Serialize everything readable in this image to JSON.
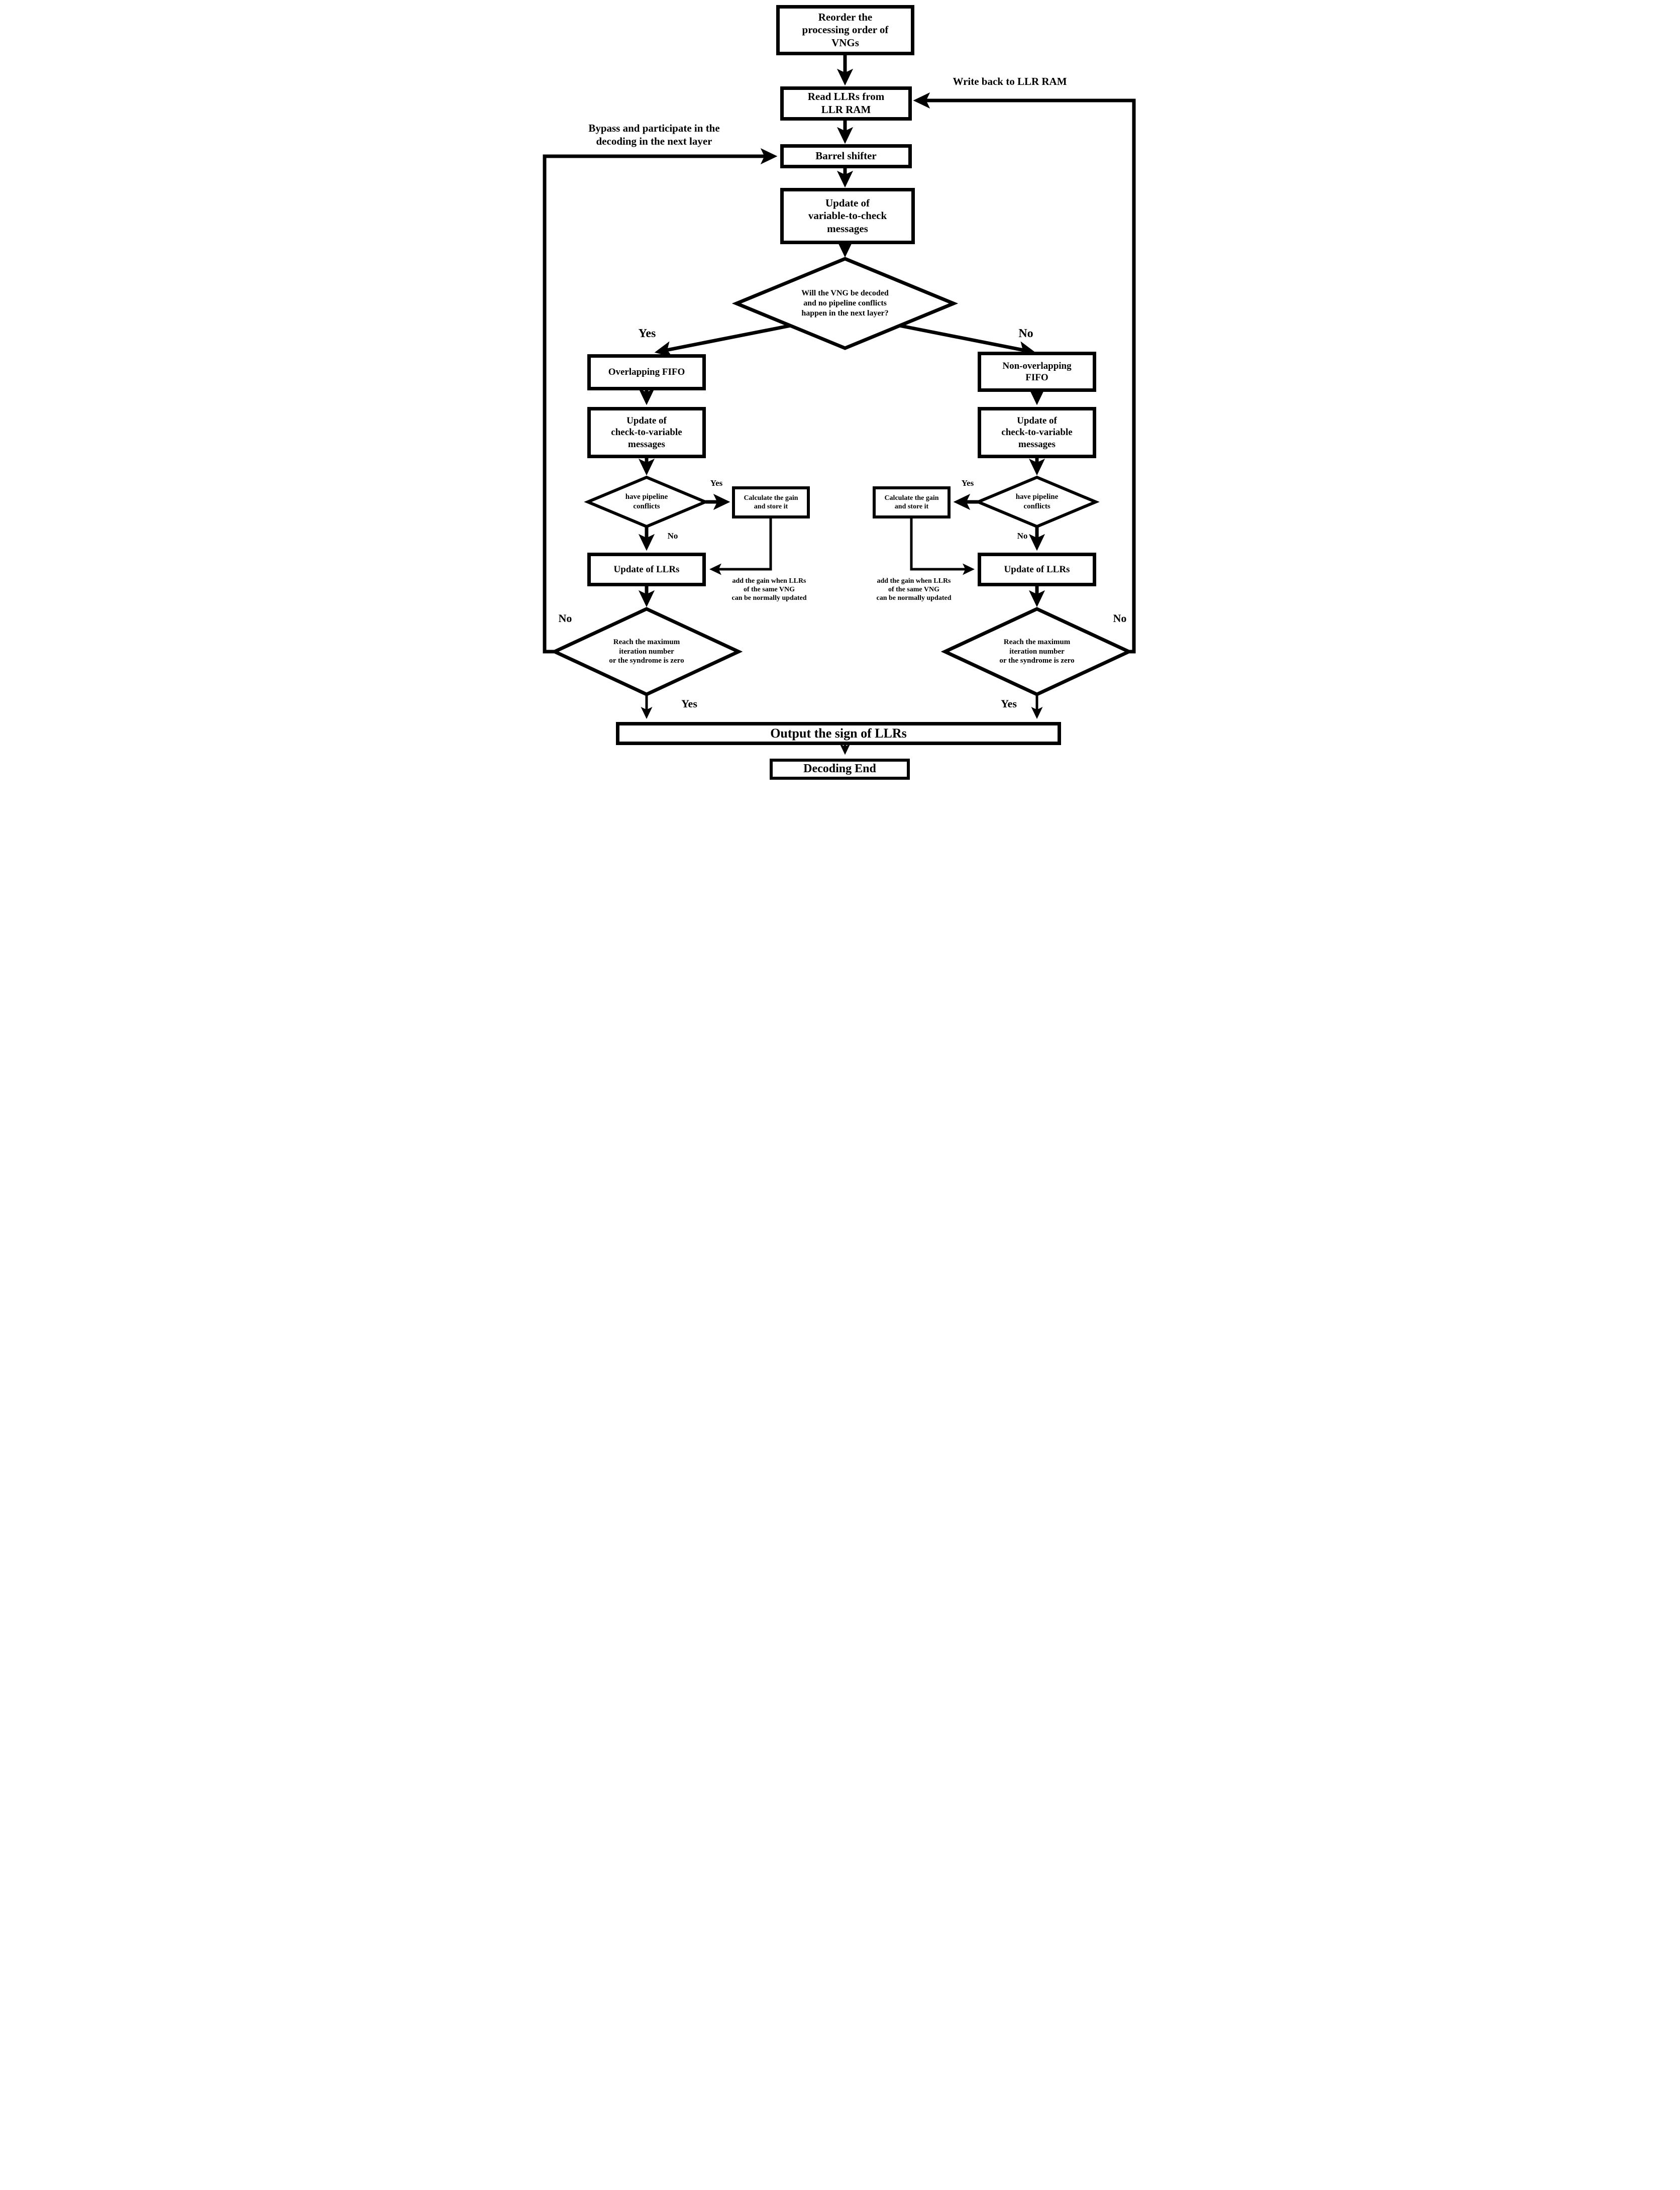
{
  "diagram": {
    "title_hint": "LDPC layered decoding flowchart",
    "colors": {
      "stroke": "#000000",
      "background": "#ffffff"
    },
    "nodes": {
      "reorder": "Reorder the\nprocessing order of\nVNGs",
      "read_llrs": "Read LLRs from\nLLR RAM",
      "barrel_shifter": "Barrel shifter",
      "update_v2c": "Update of\nvariable-to-check\nmessages",
      "main_decision": "Will the VNG be decoded\nand no pipeline conflicts\nhappen in the next layer?",
      "overlapping_fifo": "Overlapping FIFO",
      "non_overlapping_fifo": "Non-overlapping\nFIFO",
      "update_c2v": "Update of\ncheck-to-variable\nmessages",
      "pipeline_decision": "have pipeline\nconflicts",
      "calc_gain": "Calculate the gain\nand store it",
      "update_llrs": "Update of LLRs",
      "stop_decision": "Reach the maximum\niteration number\nor the syndrome is zero",
      "output_sign": "Output the sign of LLRs",
      "decoding_end": "Decoding End"
    },
    "edge_labels": {
      "write_back": "Write back to LLR RAM",
      "bypass": "Bypass and participate in the\ndecoding in the next layer",
      "yes": "Yes",
      "no": "No",
      "add_gain": "add the gain when LLRs\nof the same VNG\ncan be normally updated"
    }
  }
}
